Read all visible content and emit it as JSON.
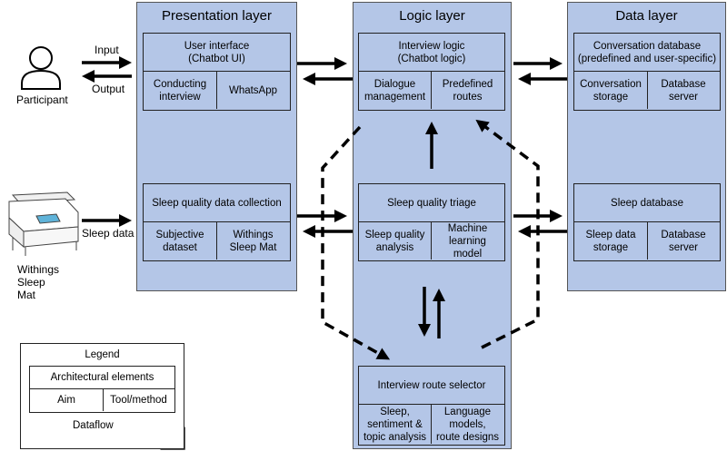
{
  "layers": {
    "presentation": "Presentation layer",
    "logic": "Logic layer",
    "data": "Data layer"
  },
  "actors": {
    "participant": "Participant",
    "mat": "Withings\nSleep\nMat"
  },
  "flows": {
    "input": "Input",
    "output": "Output",
    "sleep_data": "Sleep data"
  },
  "boxes": {
    "ui": {
      "title": "User interface\n(Chatbot UI)",
      "left": "Conducting\ninterview",
      "right": "WhatsApp"
    },
    "sq_collection": {
      "title": "Sleep quality data collection",
      "left": "Subjective\ndataset",
      "right": "Withings\nSleep Mat"
    },
    "interview_logic": {
      "title": "Interview logic\n(Chatbot logic)",
      "left": "Dialogue\nmanagement",
      "right": "Predefined\nroutes"
    },
    "triage": {
      "title": "Sleep quality triage",
      "left": "Sleep quality\nanalysis",
      "right": "Machine\nlearning\nmodel"
    },
    "route_selector": {
      "title": "Interview route selector",
      "left": "Sleep,\nsentiment &\ntopic analysis",
      "right": "Language\nmodels,\nroute designs"
    },
    "conv_db": {
      "title": "Conversation database\n(predefined and user-specific)",
      "left": "Conversation\nstorage",
      "right": "Database\nserver"
    },
    "sleep_db": {
      "title": "Sleep database",
      "left": "Sleep data\nstorage",
      "right": "Database\nserver"
    }
  },
  "legend": {
    "title": "Legend",
    "arch": "Architectural elements",
    "aim": "Aim",
    "tool": "Tool/method",
    "dataflow": "Dataflow"
  },
  "colors": {
    "layer_fill": "#b4c6e7",
    "border": "#222222"
  }
}
